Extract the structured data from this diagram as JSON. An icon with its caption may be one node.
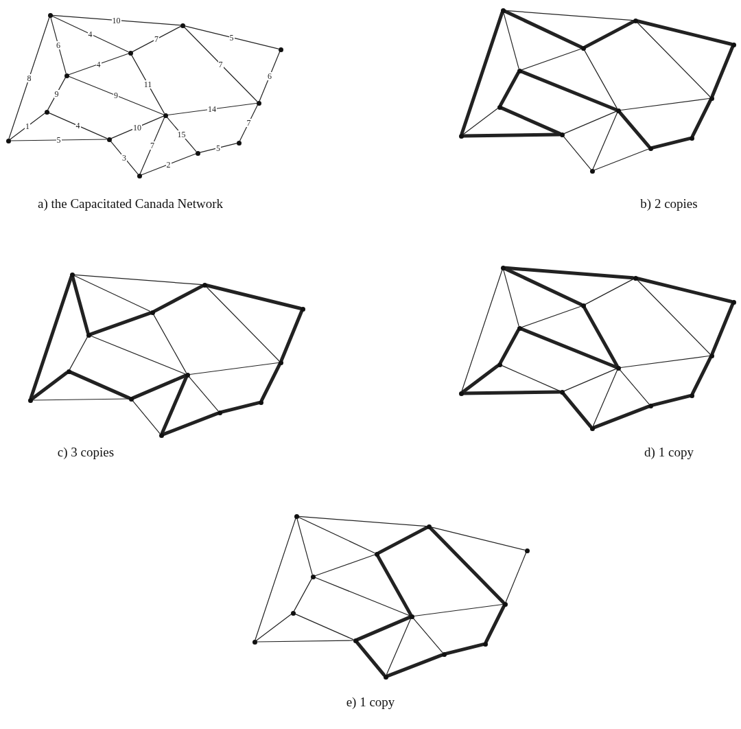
{
  "diagram": {
    "nodes": [
      {
        "text": [],
        "shape": "circle"
      },
      {
        "text": [],
        "shape": "circle"
      },
      {
        "text": [],
        "shape": "circle"
      },
      {
        "text": [],
        "shape": "circle"
      },
      {
        "text": [],
        "shape": "circle"
      },
      {
        "text": [],
        "shape": "circle"
      },
      {
        "text": [],
        "shape": "circle"
      },
      {
        "text": [],
        "shape": "circle"
      },
      {
        "text": [],
        "shape": "circle"
      },
      {
        "text": [],
        "shape": "circle"
      },
      {
        "text": [],
        "shape": "circle"
      },
      {
        "text": [],
        "shape": "circle"
      },
      {
        "text": [],
        "shape": "circle"
      },
      {
        "text": [],
        "shape": "circle"
      },
      {
        "text": [],
        "shape": "circle"
      },
      {
        "text": [],
        "shape": "circle"
      },
      {
        "text": [],
        "shape": "circle"
      },
      {
        "text": [],
        "shape": "circle"
      },
      {
        "text": [],
        "shape": "circle"
      },
      {
        "text": [],
        "shape": "circle"
      },
      {
        "text": [],
        "shape": "circle"
      },
      {
        "text": [],
        "shape": "circle"
      },
      {
        "text": [],
        "shape": "circle"
      },
      {
        "text": [],
        "shape": "circle"
      },
      {
        "text": [],
        "shape": "circle"
      },
      {
        "text": [],
        "shape": "circle"
      },
      {
        "text": [],
        "shape": "circle"
      },
      {
        "text": [],
        "shape": "circle"
      },
      {
        "text": [],
        "shape": "circle"
      },
      {
        "text": [],
        "shape": "circle"
      },
      {
        "text": [],
        "shape": "circle"
      },
      {
        "text": [],
        "shape": "circle"
      },
      {
        "text": [],
        "shape": "circle"
      },
      {
        "text": [],
        "shape": "circle"
      },
      {
        "text": [],
        "shape": "circle"
      },
      {
        "text": [],
        "shape": "circle"
      },
      {
        "text": [],
        "shape": "circle"
      },
      {
        "text": [],
        "shape": "circle"
      },
      {
        "text": [],
        "shape": "circle"
      },
      {
        "text": [],
        "shape": "circle"
      },
      {
        "text": [],
        "shape": "circle"
      },
      {
        "text": [],
        "shape": "circle"
      },
      {
        "text": [],
        "shape": "circle"
      },
      {
        "text": [],
        "shape": "circle"
      },
      {
        "text": [],
        "shape": "circle"
      },
      {
        "text": [],
        "shape": "circle"
      },
      {
        "text": [],
        "shape": "circle"
      },
      {
        "text": [],
        "shape": "circle"
      },
      {
        "text": [],
        "shape": "circle"
      },
      {
        "text": [],
        "shape": "circle"
      },
      {
        "text": [],
        "shape": "circle"
      },
      {
        "text": [],
        "shape": "circle"
      },
      {
        "text": [],
        "shape": "circle"
      },
      {
        "text": [],
        "shape": "circle"
      },
      {
        "text": [],
        "shape": "circle"
      },
      {
        "text": [],
        "shape": "circle"
      },
      {
        "text": [],
        "shape": "circle"
      },
      {
        "text": [],
        "shape": "circle"
      },
      {
        "text": [],
        "shape": "circle"
      },
      {
        "text": [],
        "shape": "circle"
      },
      {
        "text": [],
        "shape": "circle"
      },
      {
        "text": [],
        "shape": "circle"
      },
      {
        "text": [],
        "shape": "circle"
      },
      {
        "text": [],
        "shape": "circle"
      },
      {
        "text": [],
        "shape": "circle"
      }
    ],
    "edges": [
      {
        "from": 0,
        "to": 1,
        "arrow": "none",
        "label": "10"
      },
      {
        "from": 0,
        "to": 3,
        "arrow": "none",
        "label": "4"
      },
      {
        "from": 0,
        "to": 4,
        "arrow": "none",
        "label": "6"
      },
      {
        "from": 0,
        "to": 8,
        "arrow": "none",
        "label": "8"
      },
      {
        "from": 1,
        "to": 3,
        "arrow": "none",
        "label": "7"
      },
      {
        "from": 1,
        "to": 2,
        "arrow": "none",
        "label": "5"
      },
      {
        "from": 1,
        "to": 5,
        "arrow": "none",
        "label": "7"
      },
      {
        "from": 2,
        "to": 5,
        "arrow": "none",
        "label": "6"
      },
      {
        "from": 3,
        "to": 4,
        "arrow": "none",
        "label": "4"
      },
      {
        "from": 3,
        "to": 7,
        "arrow": "none",
        "label": "11"
      },
      {
        "from": 4,
        "to": 7,
        "arrow": "none",
        "label": "9"
      },
      {
        "from": 4,
        "to": 6,
        "arrow": "none",
        "label": "9"
      },
      {
        "from": 6,
        "to": 8,
        "arrow": "none",
        "label": "1"
      },
      {
        "from": 6,
        "to": 9,
        "arrow": "none",
        "label": "4"
      },
      {
        "from": 8,
        "to": 9,
        "arrow": "none",
        "label": "5"
      },
      {
        "from": 7,
        "to": 5,
        "arrow": "none",
        "label": "14"
      },
      {
        "from": 7,
        "to": 9,
        "arrow": "none",
        "label": "10"
      },
      {
        "from": 7,
        "to": 12,
        "arrow": "none",
        "label": "7"
      },
      {
        "from": 7,
        "to": 11,
        "arrow": "none",
        "label": "15"
      },
      {
        "from": 9,
        "to": 12,
        "arrow": "none",
        "label": "3"
      },
      {
        "from": 12,
        "to": 11,
        "arrow": "none",
        "label": "2"
      },
      {
        "from": 11,
        "to": 10,
        "arrow": "none",
        "label": "5"
      },
      {
        "from": 10,
        "to": 5,
        "arrow": "none",
        "label": "7"
      },
      {
        "from": 13,
        "to": 14,
        "arrow": "none"
      },
      {
        "from": 13,
        "to": 16,
        "arrow": "none",
        "style": "thick"
      },
      {
        "from": 13,
        "to": 17,
        "arrow": "none"
      },
      {
        "from": 13,
        "to": 21,
        "arrow": "none",
        "style": "thick"
      },
      {
        "from": 14,
        "to": 16,
        "arrow": "none",
        "style": "thick"
      },
      {
        "from": 14,
        "to": 15,
        "arrow": "none",
        "style": "thick"
      },
      {
        "from": 14,
        "to": 18,
        "arrow": "none"
      },
      {
        "from": 15,
        "to": 18,
        "arrow": "none",
        "style": "thick"
      },
      {
        "from": 16,
        "to": 17,
        "arrow": "none"
      },
      {
        "from": 16,
        "to": 20,
        "arrow": "none"
      },
      {
        "from": 17,
        "to": 20,
        "arrow": "none",
        "style": "thick"
      },
      {
        "from": 17,
        "to": 19,
        "arrow": "none",
        "style": "thick"
      },
      {
        "from": 19,
        "to": 21,
        "arrow": "none"
      },
      {
        "from": 19,
        "to": 22,
        "arrow": "none",
        "style": "thick"
      },
      {
        "from": 21,
        "to": 22,
        "arrow": "none",
        "style": "thick"
      },
      {
        "from": 20,
        "to": 18,
        "arrow": "none"
      },
      {
        "from": 20,
        "to": 22,
        "arrow": "none"
      },
      {
        "from": 20,
        "to": 25,
        "arrow": "none"
      },
      {
        "from": 20,
        "to": 24,
        "arrow": "none",
        "style": "thick"
      },
      {
        "from": 22,
        "to": 25,
        "arrow": "none"
      },
      {
        "from": 25,
        "to": 24,
        "arrow": "none"
      },
      {
        "from": 24,
        "to": 23,
        "arrow": "none",
        "style": "thick"
      },
      {
        "from": 23,
        "to": 18,
        "arrow": "none",
        "style": "thick"
      },
      {
        "from": 26,
        "to": 27,
        "arrow": "none"
      },
      {
        "from": 26,
        "to": 29,
        "arrow": "none"
      },
      {
        "from": 26,
        "to": 30,
        "arrow": "none",
        "style": "thick"
      },
      {
        "from": 26,
        "to": 34,
        "arrow": "none",
        "style": "thick"
      },
      {
        "from": 27,
        "to": 29,
        "arrow": "none",
        "style": "thick"
      },
      {
        "from": 27,
        "to": 28,
        "arrow": "none",
        "style": "thick"
      },
      {
        "from": 27,
        "to": 31,
        "arrow": "none"
      },
      {
        "from": 28,
        "to": 31,
        "arrow": "none",
        "style": "thick"
      },
      {
        "from": 29,
        "to": 30,
        "arrow": "none",
        "style": "thick"
      },
      {
        "from": 29,
        "to": 33,
        "arrow": "none"
      },
      {
        "from": 30,
        "to": 33,
        "arrow": "none"
      },
      {
        "from": 30,
        "to": 32,
        "arrow": "none"
      },
      {
        "from": 32,
        "to": 34,
        "arrow": "none",
        "style": "thick"
      },
      {
        "from": 32,
        "to": 35,
        "arrow": "none",
        "style": "thick"
      },
      {
        "from": 34,
        "to": 35,
        "arrow": "none"
      },
      {
        "from": 33,
        "to": 31,
        "arrow": "none"
      },
      {
        "from": 33,
        "to": 35,
        "arrow": "none",
        "style": "thick"
      },
      {
        "from": 33,
        "to": 38,
        "arrow": "none",
        "style": "thick"
      },
      {
        "from": 33,
        "to": 37,
        "arrow": "none"
      },
      {
        "from": 35,
        "to": 38,
        "arrow": "none"
      },
      {
        "from": 38,
        "to": 37,
        "arrow": "none",
        "style": "thick"
      },
      {
        "from": 37,
        "to": 36,
        "arrow": "none",
        "style": "thick"
      },
      {
        "from": 36,
        "to": 31,
        "arrow": "none",
        "style": "thick"
      },
      {
        "from": 39,
        "to": 40,
        "arrow": "none",
        "style": "thick"
      },
      {
        "from": 39,
        "to": 42,
        "arrow": "none",
        "style": "thick"
      },
      {
        "from": 39,
        "to": 43,
        "arrow": "none"
      },
      {
        "from": 39,
        "to": 47,
        "arrow": "none"
      },
      {
        "from": 40,
        "to": 42,
        "arrow": "none"
      },
      {
        "from": 40,
        "to": 41,
        "arrow": "none",
        "style": "thick"
      },
      {
        "from": 40,
        "to": 44,
        "arrow": "none"
      },
      {
        "from": 41,
        "to": 44,
        "arrow": "none",
        "style": "thick"
      },
      {
        "from": 42,
        "to": 43,
        "arrow": "none"
      },
      {
        "from": 42,
        "to": 46,
        "arrow": "none",
        "style": "thick"
      },
      {
        "from": 43,
        "to": 46,
        "arrow": "none",
        "style": "thick"
      },
      {
        "from": 43,
        "to": 45,
        "arrow": "none",
        "style": "thick"
      },
      {
        "from": 45,
        "to": 47,
        "arrow": "none",
        "style": "thick"
      },
      {
        "from": 45,
        "to": 48,
        "arrow": "none"
      },
      {
        "from": 47,
        "to": 48,
        "arrow": "none",
        "style": "thick"
      },
      {
        "from": 46,
        "to": 44,
        "arrow": "none"
      },
      {
        "from": 46,
        "to": 48,
        "arrow": "none"
      },
      {
        "from": 46,
        "to": 51,
        "arrow": "none"
      },
      {
        "from": 46,
        "to": 50,
        "arrow": "none"
      },
      {
        "from": 48,
        "to": 51,
        "arrow": "none",
        "style": "thick"
      },
      {
        "from": 51,
        "to": 50,
        "arrow": "none",
        "style": "thick"
      },
      {
        "from": 50,
        "to": 49,
        "arrow": "none",
        "style": "thick"
      },
      {
        "from": 49,
        "to": 44,
        "arrow": "none",
        "style": "thick"
      },
      {
        "from": 52,
        "to": 53,
        "arrow": "none"
      },
      {
        "from": 52,
        "to": 55,
        "arrow": "none"
      },
      {
        "from": 52,
        "to": 56,
        "arrow": "none"
      },
      {
        "from": 52,
        "to": 60,
        "arrow": "none"
      },
      {
        "from": 53,
        "to": 55,
        "arrow": "none",
        "style": "thick"
      },
      {
        "from": 53,
        "to": 54,
        "arrow": "none"
      },
      {
        "from": 53,
        "to": 57,
        "arrow": "none",
        "style": "thick"
      },
      {
        "from": 54,
        "to": 57,
        "arrow": "none"
      },
      {
        "from": 55,
        "to": 56,
        "arrow": "none"
      },
      {
        "from": 55,
        "to": 59,
        "arrow": "none",
        "style": "thick"
      },
      {
        "from": 56,
        "to": 59,
        "arrow": "none"
      },
      {
        "from": 56,
        "to": 58,
        "arrow": "none"
      },
      {
        "from": 58,
        "to": 60,
        "arrow": "none"
      },
      {
        "from": 58,
        "to": 61,
        "arrow": "none"
      },
      {
        "from": 60,
        "to": 61,
        "arrow": "none"
      },
      {
        "from": 59,
        "to": 57,
        "arrow": "none"
      },
      {
        "from": 59,
        "to": 61,
        "arrow": "none",
        "style": "thick"
      },
      {
        "from": 59,
        "to": 64,
        "arrow": "none"
      },
      {
        "from": 59,
        "to": 63,
        "arrow": "none"
      },
      {
        "from": 61,
        "to": 64,
        "arrow": "none",
        "style": "thick"
      },
      {
        "from": 64,
        "to": 63,
        "arrow": "none",
        "style": "thick"
      },
      {
        "from": 63,
        "to": 62,
        "arrow": "none",
        "style": "thick"
      },
      {
        "from": 62,
        "to": 57,
        "arrow": "none",
        "style": "thick"
      }
    ],
    "labels": [
      "a) the Capacitated Canada Network",
      "b) 2 copies",
      "c) 3 copies",
      "d) 1 copy",
      "e) 1 copy"
    ]
  }
}
